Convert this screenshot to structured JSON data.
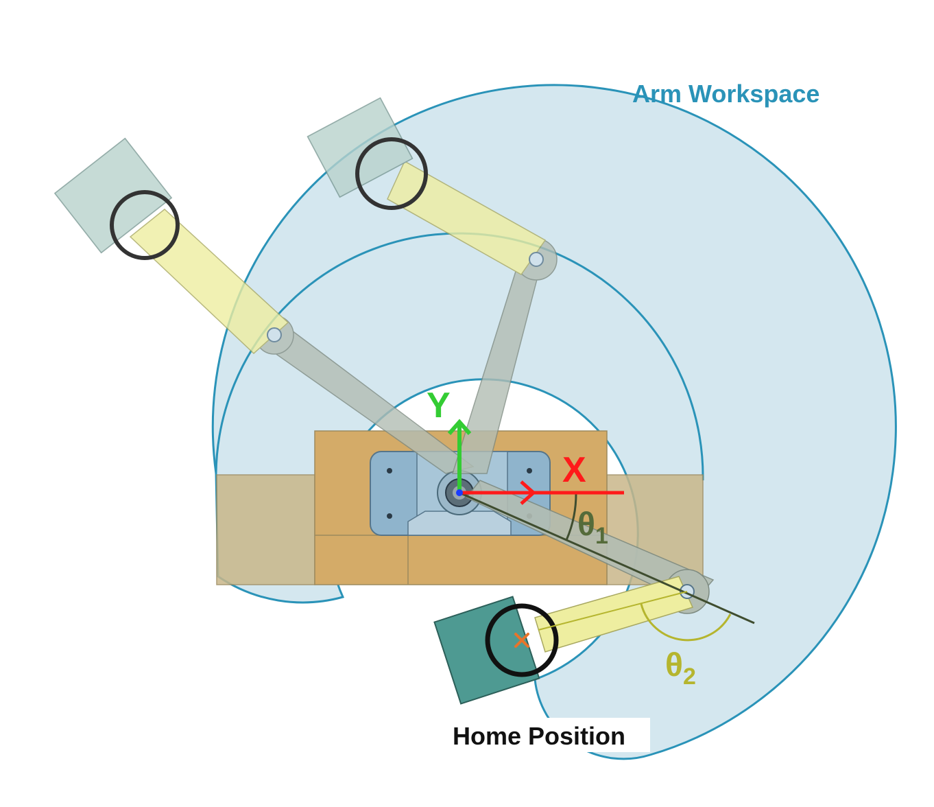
{
  "labels": {
    "workspace": "Arm Workspace",
    "home": "Home Position",
    "axis_x": "X",
    "axis_y": "Y",
    "theta1_symbol": "θ",
    "theta1_sub": "1",
    "theta2_symbol": "θ",
    "theta2_sub": "2"
  },
  "colors": {
    "workspace_fill": "#d2e6ee",
    "workspace_stroke": "#2a93b8",
    "workspace_label": "#2a93b8",
    "base_plate": "#d4ab68",
    "base_plate_dark": "#b8955a",
    "servo_body": "#8fb4cc",
    "link_yellow": "#eeeea0",
    "link_gray": "#b2bdb3",
    "gripper": "#9fc4c0",
    "gripper_home": "#4e9a92",
    "axis_x": "#ff1a1a",
    "axis_y": "#33cc33",
    "theta1": "#556b3a",
    "theta2": "#b5b52e",
    "effector_ring": "#333333",
    "target_marker": "#e8742a"
  }
}
